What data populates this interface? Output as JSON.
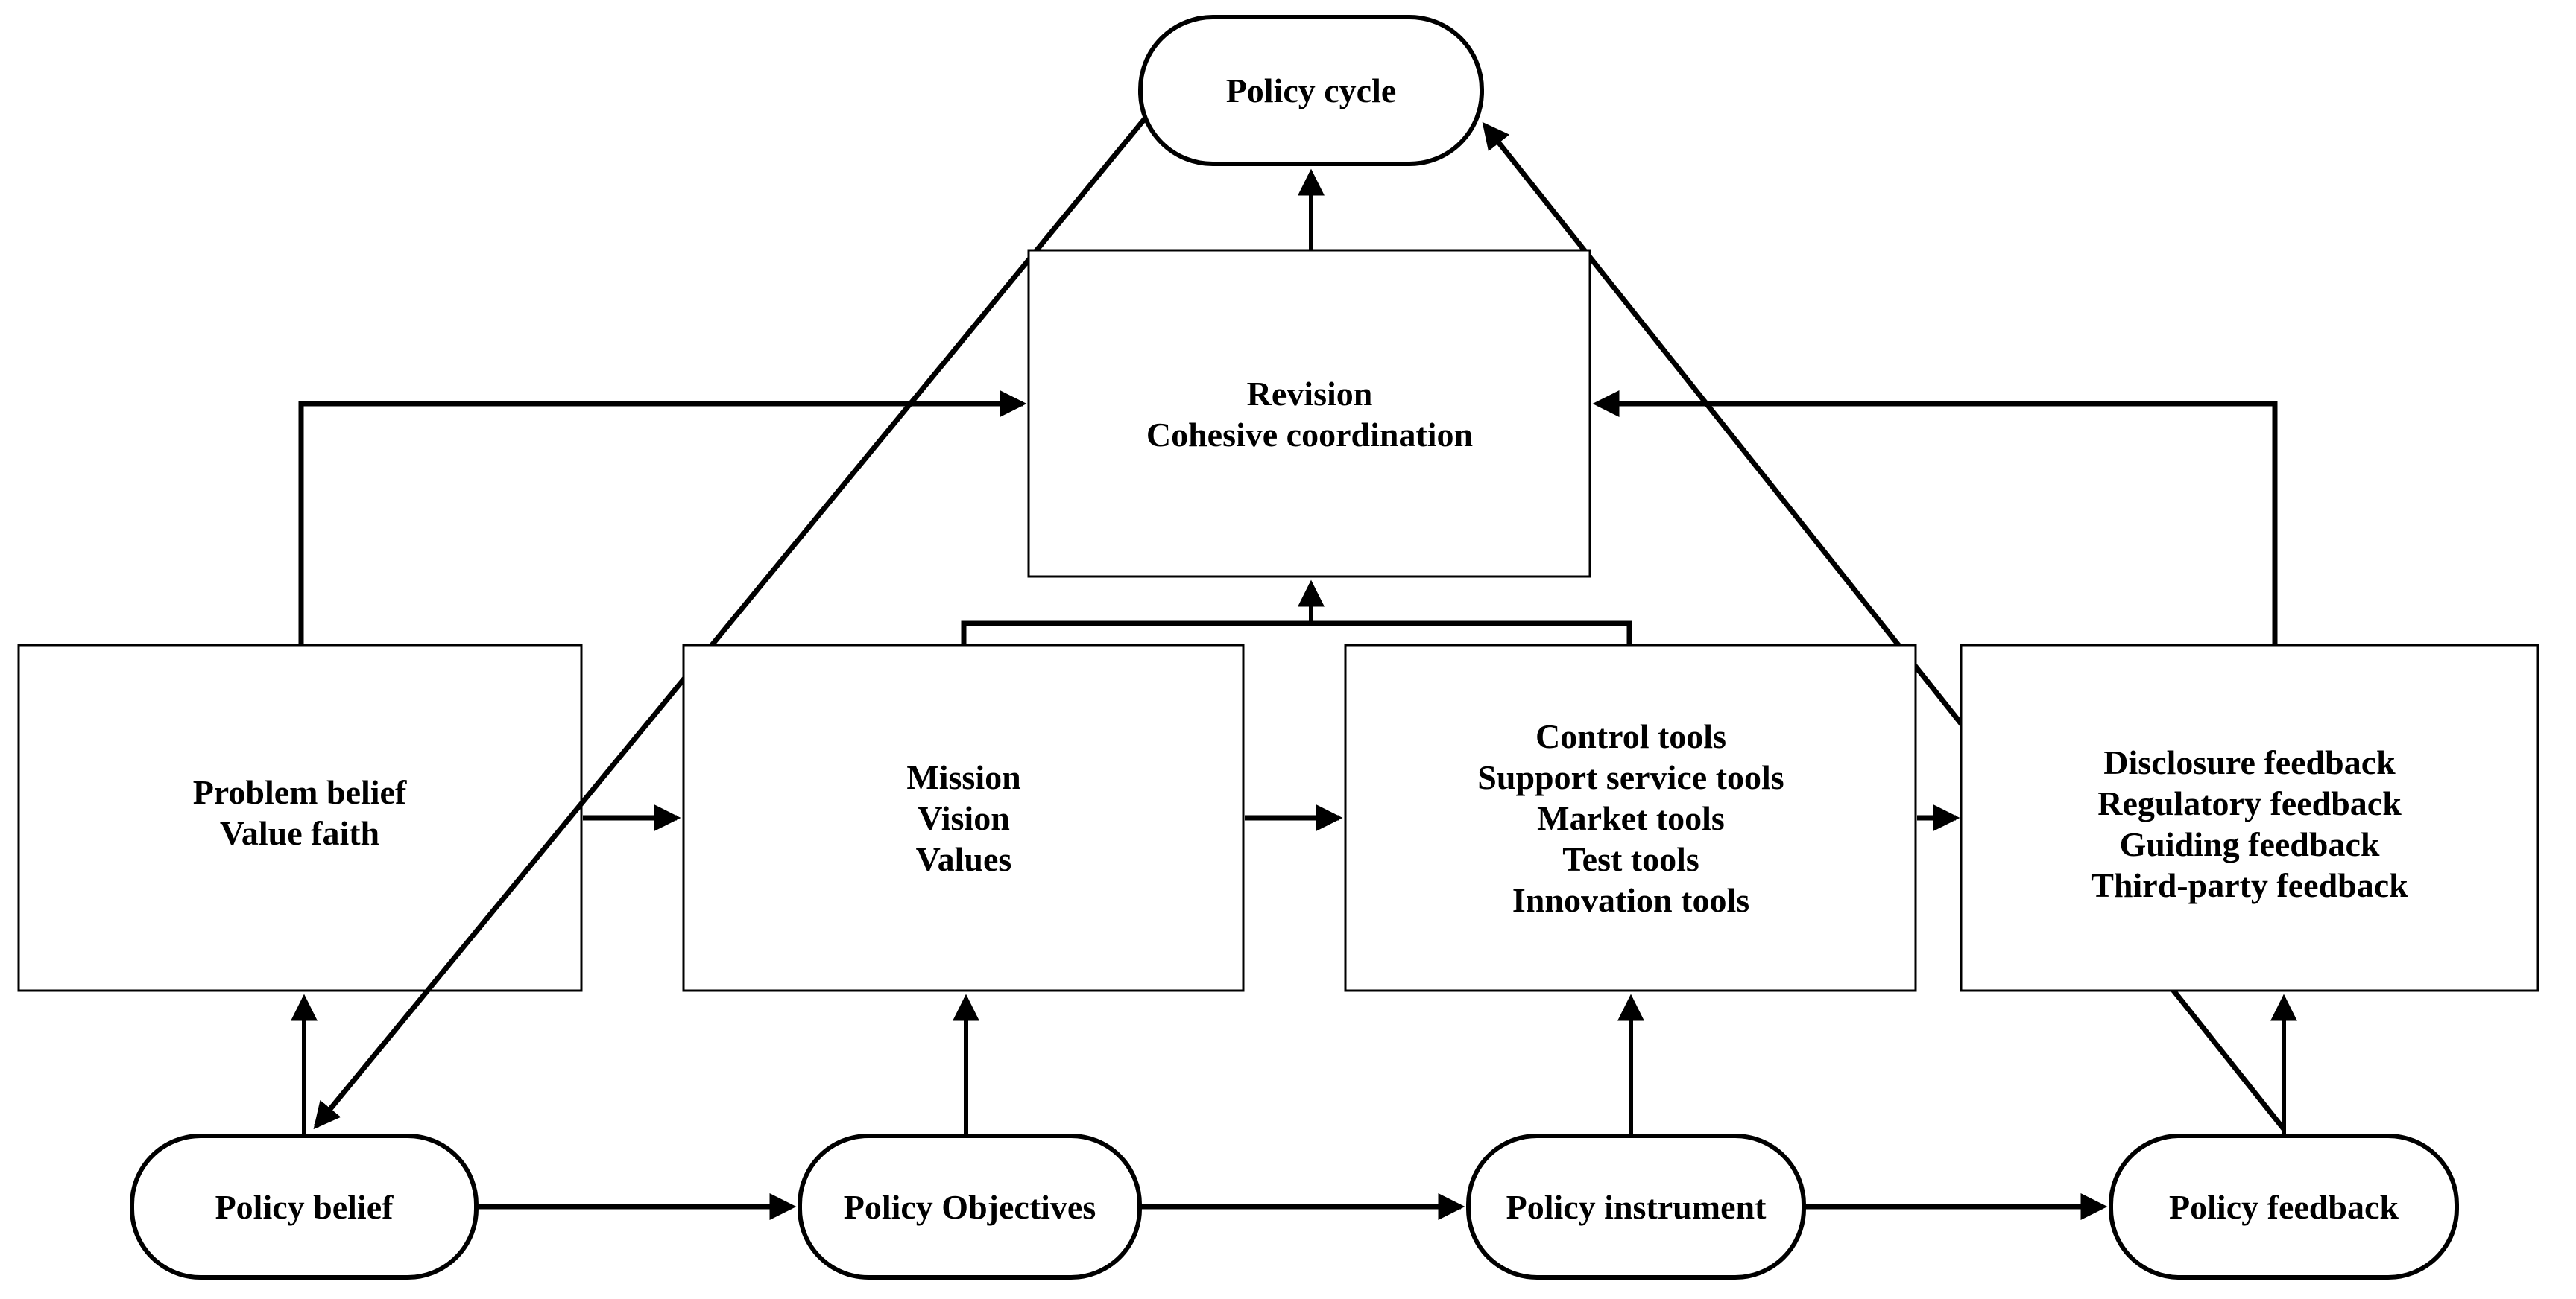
{
  "diagram": {
    "title": "Policy cycle diagram",
    "background_color": "#ffffff",
    "line_color": "#000000",
    "shape_fill": "#ffffff",
    "nodes": {
      "policy_cycle": {
        "label": "Policy cycle"
      },
      "revision": {
        "lines": [
          "Revision",
          "Cohesive coordination"
        ]
      },
      "problem_belief": {
        "lines": [
          "Problem belief",
          "Value faith"
        ]
      },
      "mission": {
        "lines": [
          "Mission",
          "Vision",
          "Values"
        ]
      },
      "control_tools": {
        "lines": [
          "Control tools",
          "Support service tools",
          "Market tools",
          "Test tools",
          "Innovation tools"
        ]
      },
      "disclosure_feedback": {
        "lines": [
          "Disclosure feedback",
          "Regulatory feedback",
          "Guiding feedback",
          "Third-party feedback"
        ]
      },
      "policy_belief": {
        "label": "Policy belief"
      },
      "policy_objectives": {
        "label": "Policy Objectives"
      },
      "policy_instrument": {
        "label": "Policy instrument"
      },
      "policy_feedback": {
        "label": "Policy feedback"
      }
    },
    "edges": [
      "policy-cycle -> policy-belief",
      "policy-feedback -> policy-cycle",
      "revision -> policy-cycle",
      "problem-belief -> revision (left loop)",
      "disclosure-feedback -> revision (right loop)",
      "mission + control-tools -> revision (bracket)",
      "problem-belief -> mission",
      "mission -> control-tools",
      "control-tools -> disclosure-feedback",
      "policy-belief -> problem-belief",
      "policy-objectives -> mission",
      "policy-instrument -> control-tools",
      "policy-feedback -> disclosure-feedback",
      "policy-belief -> policy-objectives",
      "policy-objectives -> policy-instrument",
      "policy-instrument -> policy-feedback"
    ]
  }
}
